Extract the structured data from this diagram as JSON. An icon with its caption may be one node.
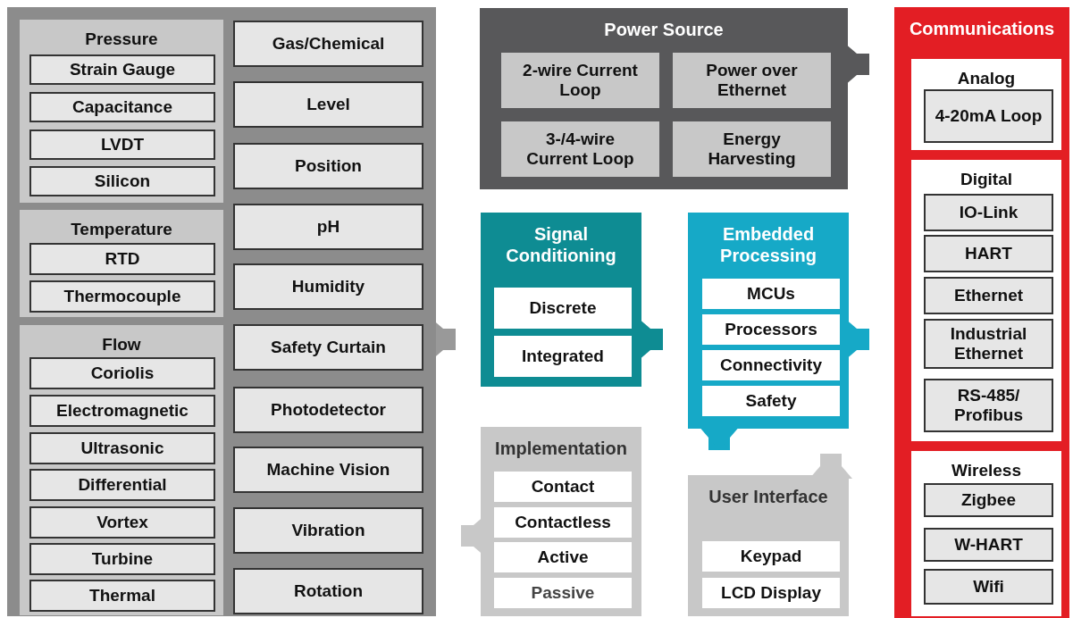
{
  "diagram": {
    "nodes": [
      {
        "text": [],
        "shape": "box"
      },
      {
        "text": [
          "Pressure"
        ],
        "in": 0
      },
      {
        "text": [
          "Strain Gauge"
        ],
        "in": 1
      },
      {
        "text": [
          "Capacitance"
        ],
        "in": 1
      },
      {
        "text": [
          "LVDT"
        ],
        "in": 1
      },
      {
        "text": [
          "Silicon"
        ],
        "in": 1
      },
      {
        "text": [
          "Temperature"
        ],
        "in": 0
      },
      {
        "text": [
          "RTD"
        ],
        "in": 6
      },
      {
        "text": [
          "Thermocouple"
        ],
        "in": 6
      },
      {
        "text": [
          "Flow"
        ],
        "in": 0
      },
      {
        "text": [
          "Coriolis"
        ],
        "in": 9
      },
      {
        "text": [
          "Electromagnetic"
        ],
        "in": 9
      },
      {
        "text": [
          "Ultrasonic"
        ],
        "in": 9
      },
      {
        "text": [
          "Differential"
        ],
        "in": 9
      },
      {
        "text": [
          "Vortex"
        ],
        "in": 9
      },
      {
        "text": [
          "Turbine"
        ],
        "in": 9
      },
      {
        "text": [
          "Thermal"
        ],
        "in": 9
      },
      {
        "text": [
          "Gas/Chemical"
        ],
        "in": 0
      },
      {
        "text": [
          "Level"
        ],
        "in": 0
      },
      {
        "text": [
          "Position"
        ],
        "in": 0
      },
      {
        "text": [
          "pH"
        ],
        "in": 0
      },
      {
        "text": [
          "Humidity"
        ],
        "in": 0
      },
      {
        "text": [
          "Safety Curtain"
        ],
        "in": 0
      },
      {
        "text": [
          "Photodetector"
        ],
        "in": 0
      },
      {
        "text": [
          "Machine Vision"
        ],
        "in": 0
      },
      {
        "text": [
          "Vibration"
        ],
        "in": 0
      },
      {
        "text": [
          "Rotation"
        ],
        "in": 0
      },
      {
        "text": [
          "Power Source"
        ]
      },
      {
        "text": [
          "2-wire Current Loop"
        ],
        "in": 27
      },
      {
        "text": [
          "Power over Ethernet"
        ],
        "in": 27
      },
      {
        "text": [
          "3-/4-wire Current Loop"
        ],
        "in": 27
      },
      {
        "text": [
          "Energy Harvesting"
        ],
        "in": 27
      },
      {
        "text": [
          "Communications"
        ]
      },
      {
        "text": [
          "Analog"
        ],
        "in": 32
      },
      {
        "text": [
          "4-20mA Loop"
        ],
        "in": 33
      },
      {
        "text": [
          "Digital"
        ],
        "in": 32
      },
      {
        "text": [
          "IO-Link"
        ],
        "in": 35
      },
      {
        "text": [
          "HART"
        ],
        "in": 35
      },
      {
        "text": [
          "Ethernet"
        ],
        "in": 35
      },
      {
        "text": [
          "Industrial Ethernet"
        ],
        "in": 35
      },
      {
        "text": [
          "RS-485/ Profibus"
        ],
        "in": 35
      },
      {
        "text": [
          "Wireless"
        ],
        "in": 32
      },
      {
        "text": [
          "Zigbee"
        ],
        "in": 41
      },
      {
        "text": [
          "W-HART"
        ],
        "in": 41
      },
      {
        "text": [
          "Wifi"
        ],
        "in": 41
      },
      {
        "text": [
          "Signal Conditioning"
        ]
      },
      {
        "text": [
          "Discrete"
        ],
        "in": 45
      },
      {
        "text": [
          "Integrated"
        ],
        "in": 45
      },
      {
        "text": [
          "Embedded Processing"
        ]
      },
      {
        "text": [
          "MCUs"
        ],
        "in": 48
      },
      {
        "text": [
          "Processors"
        ],
        "in": 48
      },
      {
        "text": [
          "Connectivity"
        ],
        "in": 48
      },
      {
        "text": [
          "Safety"
        ],
        "in": 48
      },
      {
        "text": [
          "Implementation"
        ]
      },
      {
        "text": [
          "Contact"
        ],
        "in": 53
      },
      {
        "text": [
          "Contactless"
        ],
        "in": 53
      },
      {
        "text": [
          "Active"
        ],
        "in": 53
      },
      {
        "text": [
          "Passive"
        ],
        "in": 53
      },
      {
        "text": [
          "User Interface"
        ]
      },
      {
        "text": [
          "Keypad"
        ],
        "in": 58
      },
      {
        "text": [
          "LCD Display"
        ],
        "in": 58
      }
    ],
    "edges": [
      {
        "from": 0,
        "to": 45,
        "arrow": "to",
        "color": "#999999"
      },
      {
        "from": 45,
        "to": 48,
        "arrow": "to",
        "color": "#0e8c93"
      },
      {
        "from": 48,
        "to": 32,
        "arrow": "to",
        "color": "#16a9c7"
      },
      {
        "from": 27,
        "to": 32,
        "arrow": "to",
        "color": "#58585a"
      },
      {
        "from": 48,
        "to": 58,
        "arrow": "to",
        "color": "#16a9c7"
      },
      {
        "from": 58,
        "to": 48,
        "arrow": "to",
        "color": "#c8c8c8"
      },
      {
        "from": 53,
        "to": 0,
        "arrow": "to",
        "color": "#c8c8c8"
      }
    ]
  }
}
